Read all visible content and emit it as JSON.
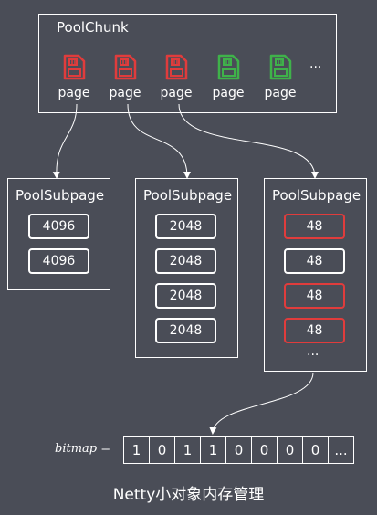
{
  "chunk": {
    "title": "PoolChunk",
    "pages": [
      {
        "label": "page",
        "color": "#e03c3c"
      },
      {
        "label": "page",
        "color": "#e03c3c"
      },
      {
        "label": "page",
        "color": "#e03c3c"
      },
      {
        "label": "page",
        "color": "#3fb24a"
      },
      {
        "label": "page",
        "color": "#3fb24a"
      }
    ],
    "more": "..."
  },
  "subpages": [
    {
      "title": "PoolSubpage",
      "cells": [
        {
          "v": "4096",
          "used": false
        },
        {
          "v": "4096",
          "used": false
        }
      ]
    },
    {
      "title": "PoolSubpage",
      "cells": [
        {
          "v": "2048",
          "used": false
        },
        {
          "v": "2048",
          "used": false
        },
        {
          "v": "2048",
          "used": false
        },
        {
          "v": "2048",
          "used": false
        }
      ]
    },
    {
      "title": "PoolSubpage",
      "cells": [
        {
          "v": "48",
          "used": true
        },
        {
          "v": "48",
          "used": false
        },
        {
          "v": "48",
          "used": true
        },
        {
          "v": "48",
          "used": true
        }
      ],
      "more": "..."
    }
  ],
  "bitmap": {
    "label": "bitmap =",
    "bits": [
      "1",
      "0",
      "1",
      "1",
      "0",
      "0",
      "0",
      "0",
      "..."
    ]
  },
  "caption": "Netty小对象内存管理"
}
